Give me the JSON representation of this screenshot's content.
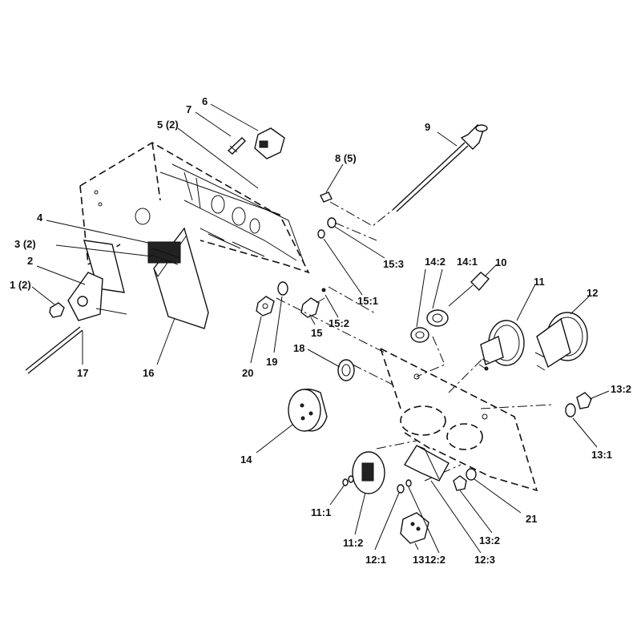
{
  "diagram": {
    "callouts": [
      {
        "id": "1",
        "text": "1 (2)"
      },
      {
        "id": "2",
        "text": "2"
      },
      {
        "id": "3",
        "text": "3 (2)"
      },
      {
        "id": "4",
        "text": "4"
      },
      {
        "id": "5",
        "text": "5 (2)"
      },
      {
        "id": "6",
        "text": "6"
      },
      {
        "id": "7",
        "text": "7"
      },
      {
        "id": "8",
        "text": "8 (5)"
      },
      {
        "id": "9",
        "text": "9"
      },
      {
        "id": "10",
        "text": "10"
      },
      {
        "id": "11",
        "text": "11"
      },
      {
        "id": "11-1",
        "text": "11:1"
      },
      {
        "id": "11-2",
        "text": "11:2"
      },
      {
        "id": "12",
        "text": "12"
      },
      {
        "id": "12-1",
        "text": "12:1"
      },
      {
        "id": "12-2",
        "text": "12:2"
      },
      {
        "id": "12-3",
        "text": "12:3"
      },
      {
        "id": "13",
        "text": "13"
      },
      {
        "id": "13-1",
        "text": "13:1"
      },
      {
        "id": "13-2a",
        "text": "13:2"
      },
      {
        "id": "13-2b",
        "text": "13:2"
      },
      {
        "id": "14",
        "text": "14"
      },
      {
        "id": "14-1",
        "text": "14:1"
      },
      {
        "id": "14-2",
        "text": "14:2"
      },
      {
        "id": "15",
        "text": "15"
      },
      {
        "id": "15-1",
        "text": "15:1"
      },
      {
        "id": "15-2",
        "text": "15:2"
      },
      {
        "id": "15-3",
        "text": "15:3"
      },
      {
        "id": "16",
        "text": "16"
      },
      {
        "id": "17",
        "text": "17"
      },
      {
        "id": "18",
        "text": "18"
      },
      {
        "id": "19",
        "text": "19"
      },
      {
        "id": "20",
        "text": "20"
      },
      {
        "id": "21",
        "text": "21"
      }
    ]
  }
}
